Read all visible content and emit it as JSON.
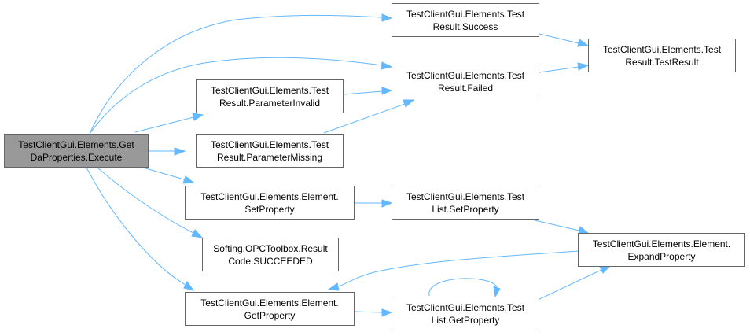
{
  "colors": {
    "edge": "#63b8ff",
    "node_border": "#666666",
    "root_fill": "#999999",
    "node_fill": "#ffffff"
  },
  "nodes": {
    "root": {
      "line1": "TestClientGui.Elements.Get",
      "line2": "DaProperties.Execute"
    },
    "success": {
      "line1": "TestClientGui.Elements.Test",
      "line2": "Result.Success"
    },
    "failed": {
      "line1": "TestClientGui.Elements.Test",
      "line2": "Result.Failed"
    },
    "testresult": {
      "line1": "TestClientGui.Elements.Test",
      "line2": "Result.TestResult"
    },
    "paraminvalid": {
      "line1": "TestClientGui.Elements.Test",
      "line2": "Result.ParameterInvalid"
    },
    "parammissing": {
      "line1": "TestClientGui.Elements.Test",
      "line2": "Result.ParameterMissing"
    },
    "elemset": {
      "line1": "TestClientGui.Elements.Element.",
      "line2": "SetProperty"
    },
    "listset": {
      "line1": "TestClientGui.Elements.Test",
      "line2": "List.SetProperty"
    },
    "expand": {
      "line1": "TestClientGui.Elements.Element.",
      "line2": "ExpandProperty"
    },
    "succeeded": {
      "line1": "Softing.OPCToolbox.Result",
      "line2": "Code.SUCCEEDED"
    },
    "elemget": {
      "line1": "TestClientGui.Elements.Element.",
      "line2": "GetProperty"
    },
    "listget": {
      "line1": "TestClientGui.Elements.Test",
      "line2": "List.GetProperty"
    }
  }
}
